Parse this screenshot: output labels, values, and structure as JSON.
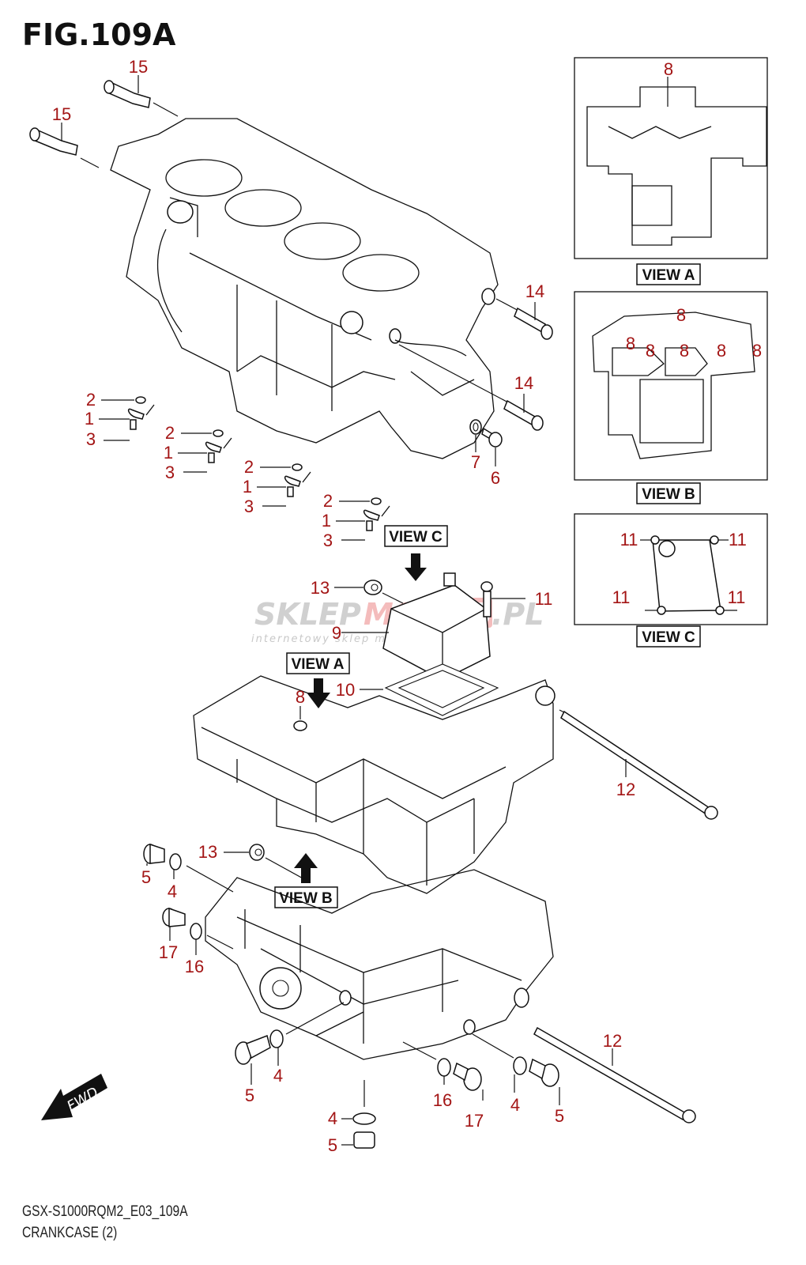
{
  "figure": {
    "title": "FIG.109A",
    "model_code": "GSX-S1000RQM2_E03_109A",
    "section_name": "CRANKCASE (2)"
  },
  "views": {
    "a": {
      "label": "VIEW A",
      "callouts": [
        "8"
      ]
    },
    "b": {
      "label": "VIEW B",
      "callouts": [
        "8",
        "8",
        "8",
        "8",
        "8",
        "8"
      ]
    },
    "c": {
      "label": "VIEW C",
      "callouts": [
        "11",
        "11",
        "11",
        "11"
      ]
    }
  },
  "view_pointers": {
    "c": "VIEW C",
    "a": "VIEW A",
    "b": "VIEW B"
  },
  "direction_marker": {
    "label": "FWD",
    "icon": "fwd-arrow-icon"
  },
  "watermark": {
    "brand_part1": "SKLEP",
    "brand_part2": "MOTO",
    "brand_part3": "45",
    "brand_part4": ".PL",
    "tagline": "internetowy sklep motocyklowy"
  },
  "callouts": {
    "c15a": "15",
    "c15b": "15",
    "c14a": "14",
    "c14b": "14",
    "c7": "7",
    "c6": "6",
    "g1_2": "2",
    "g1_1": "1",
    "g1_3": "3",
    "g2_2": "2",
    "g2_1": "1",
    "g2_3": "3",
    "g3_2": "2",
    "g3_1": "1",
    "g3_3": "3",
    "g4_2": "2",
    "g4_1": "1",
    "g4_3": "3",
    "c13a": "13",
    "c11": "11",
    "c9": "9",
    "c10": "10",
    "c8": "8",
    "c12a": "12",
    "c12b": "12",
    "c13b": "13",
    "c5a": "5",
    "c4a": "4",
    "c17a": "17",
    "c16a": "16",
    "c5b": "5",
    "c4b": "4",
    "c4c": "4",
    "c5c": "5",
    "c16b": "16",
    "c17b": "17",
    "c4d": "4",
    "c5d": "5"
  },
  "colors": {
    "callout": "#a31515",
    "line": "#111111",
    "watermark_gray": "#c8c8c8",
    "watermark_red": "#f2b5b5"
  }
}
